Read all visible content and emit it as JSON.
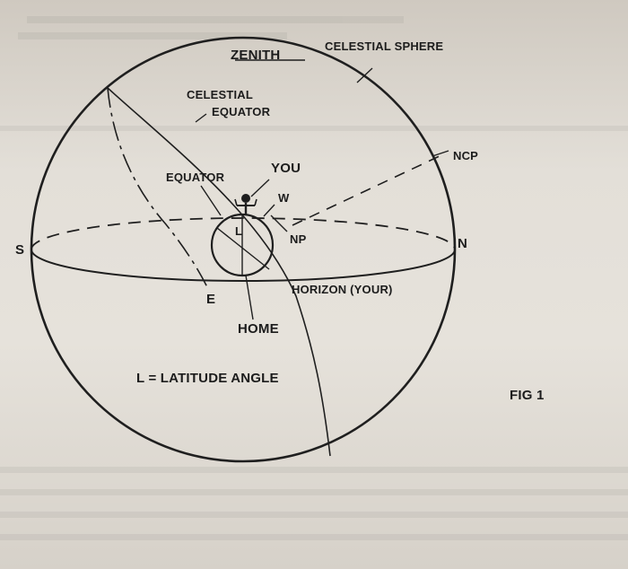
{
  "figure": {
    "labels": {
      "zenith": "ZENITH",
      "celestial_sphere": "CELESTIAL SPHERE",
      "celestial": "CELESTIAL",
      "equator_celestial": "EQUATOR",
      "ncp": "NCP",
      "equator": "EQUATOR",
      "you": "YOU",
      "w": "W",
      "np": "NP",
      "s": "S",
      "n": "N",
      "l": "L",
      "e": "E",
      "horizon": "HORIZON (YOUR)",
      "home": "HOME",
      "legend": "L = LATITUDE ANGLE",
      "fig": "FIG 1"
    }
  }
}
